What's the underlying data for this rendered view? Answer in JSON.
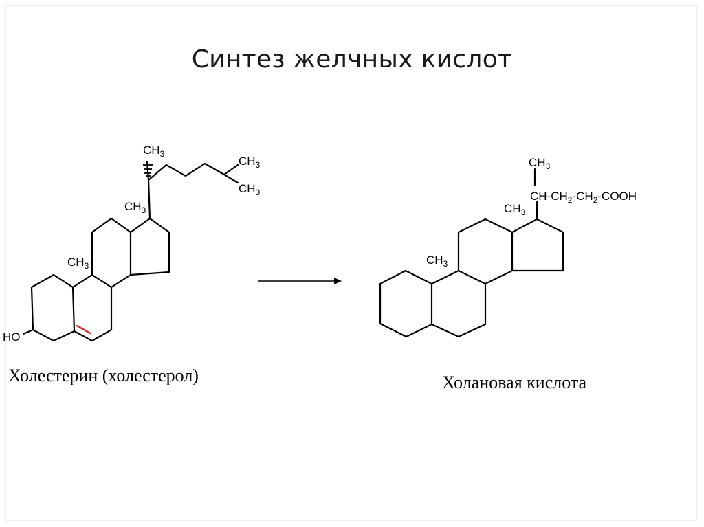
{
  "slide": {
    "title": "Синтез желчных кислот"
  },
  "colors": {
    "bonds": "#000000",
    "double_bond_highlight": "#d6242a",
    "background": "#ffffff"
  },
  "left_molecule": {
    "caption": "Холестерин (холестерол)",
    "hydroxyl_label": "HO",
    "methyl_base": "CH",
    "methyl_subscript": "3"
  },
  "right_molecule": {
    "caption": "Холановая кислота",
    "methyl_base": "CH",
    "methyl_subscript": "3",
    "chain_ch": "CH-CH",
    "chain_ch2_mid": "-CH",
    "chain_end": "-COOH",
    "subscript_2": "2"
  }
}
